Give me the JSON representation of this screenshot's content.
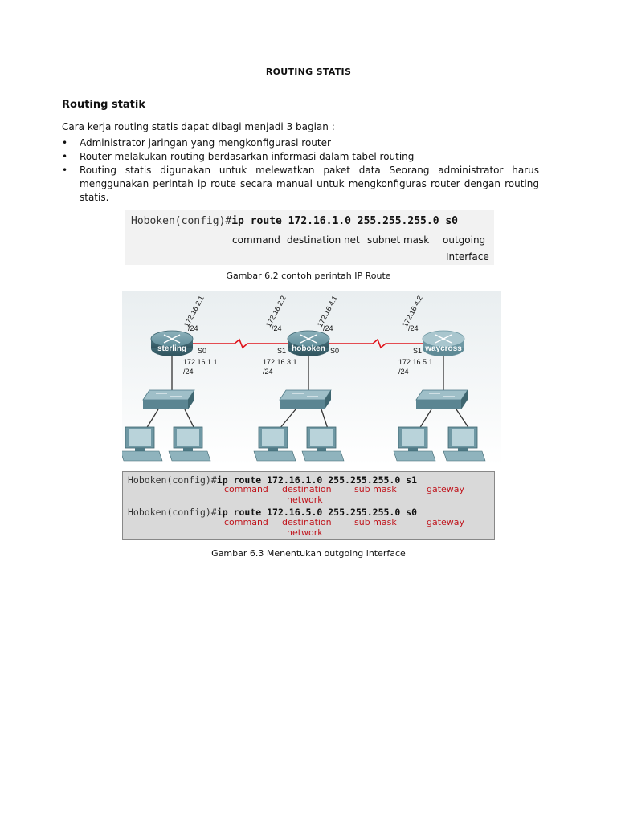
{
  "page": {
    "title": "ROUTING STATIS",
    "subheading": "Routing statik",
    "intro": "Cara kerja routing statis dapat dibagi menjadi 3 bagian :",
    "bullets": [
      "Administrator jaringan yang mengkonfigurasi router",
      "Router melakukan routing berdasarkan informasi dalam tabel routing",
      "Routing statis digunakan untuk melewatkan paket data Seorang administrator harus menggunakan perintah ip route secara manual untuk mengkonfiguras router dengan routing statis."
    ]
  },
  "figure1": {
    "prompt": "Hoboken(config)#",
    "command": "ip route 172.16.1.0 255.255.255.0 s0",
    "labels": {
      "command": "command",
      "destination": "destination net",
      "mask": "subnet mask",
      "outgoing": "outgoing",
      "interface": "Interface"
    },
    "caption": "Gambar 6.2 contoh perintah IP Route"
  },
  "figure2": {
    "routers": {
      "left": "sterling",
      "middle": "hoboken",
      "right": "waycross"
    },
    "link_labels": {
      "l1": "172.16.2.1",
      "l1m": "/24",
      "l2": "172.16.2.2",
      "l2m": "/24",
      "l3": "172.16.4.1",
      "l3m": "/24",
      "l4": "172.16.4.2",
      "l4m": "/24"
    },
    "interfaces": {
      "sterling_s0": "S0",
      "hoboken_s1": "S1",
      "hoboken_s0": "S0",
      "waycross_s1": "S1"
    },
    "lan_labels": {
      "left_ip": "172.16.1.1",
      "left_mask": "/24",
      "middle_ip": "172.16.3.1",
      "middle_mask": "/24",
      "right_ip": "172.16.5.1",
      "right_mask": "/24"
    },
    "commands": [
      {
        "prompt": "Hoboken(config)#",
        "command": "ip route 172.16.1.0 255.255.255.0 s1"
      },
      {
        "prompt": "Hoboken(config)#",
        "command": "ip route 172.16.5.0 255.255.255.0 s0"
      }
    ],
    "annotations": {
      "command": "command",
      "destination": "destination",
      "network": "network",
      "submask": "sub mask",
      "gateway": "gateway"
    },
    "caption": "Gambar 6.3 Menentukan outgoing interface",
    "colors": {
      "annotation": "#c0141c",
      "serial_link": "#e0141c",
      "router_left": "#5e8c98",
      "router_right": "#7fa8b4"
    }
  }
}
